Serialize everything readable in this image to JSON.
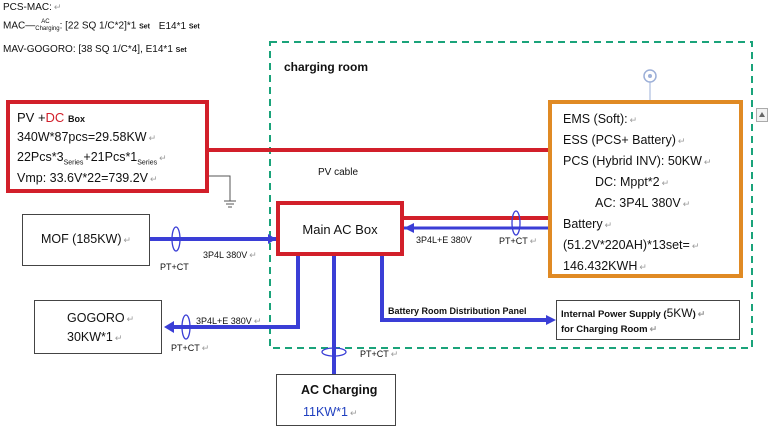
{
  "header": {
    "line1": "PCS-MAC:",
    "line2_prefix": "MAC—",
    "line2_ac": "AC",
    "line2_charging": "Charging",
    "line2_spec": ": [22 SQ 1/C*2]*1",
    "line2_set": "Set",
    "line2_e14": "E14*1",
    "line2_set2": "Set",
    "line3": "MAV-GOGORO: [38 SQ 1/C*4], E14*1",
    "line3_set": "Set"
  },
  "charging_room_label": "charging room",
  "pv_box": {
    "title_pv": "PV +",
    "title_dc": "DC",
    "title_box": "Box",
    "line1": "340W*87pcs=29.58KW",
    "line2_a": "22Pcs*3",
    "line2_sub1": "Series",
    "line2_b": "+21Pcs*1",
    "line2_sub2": "Series",
    "line3": "Vmp: 33.6V*22=739.2V"
  },
  "pv_cable_label": "PV cable",
  "ems_box": {
    "line1": "EMS (Soft):",
    "line2": "ESS (PCS+ Battery)",
    "line3": "PCS (Hybrid INV): 50KW",
    "line4": "DC: Mppt*2",
    "line5": "AC: 3P4L 380V",
    "line6": "Battery",
    "line7": "(51.2V*220AH)*13set=",
    "line8": "146.432KWH"
  },
  "main_ac_box": "Main AC Box",
  "mof": "MOF (185KW)",
  "gogoro": {
    "line1": "GOGORO",
    "line2": "30KW*1"
  },
  "ac_charging": {
    "line1": "AC Charging",
    "line2": "11KW*1"
  },
  "internal_supply": {
    "line1_a": "Internal Power Supply (",
    "line1_b": "5KW",
    "line1_c": ")",
    "line2": "for Charging Room"
  },
  "labels": {
    "ptct_mof": "PT+CT",
    "mof_cable": "3P4L 380V",
    "ems_cable": "3P4L+E 380V",
    "ptct_ems": "PT+CT",
    "gogoro_cable": "3P4L+E 380V",
    "ptct_gogoro": "PT+CT",
    "ptct_ac": "PT+CT",
    "battery_room": "Battery Room Distribution Panel"
  },
  "return_mark": "↵",
  "colors": {
    "red": "#d21f2a",
    "blue": "#3a3ed6",
    "orange": "#e08a24",
    "green_dash": "#1aa37a"
  }
}
